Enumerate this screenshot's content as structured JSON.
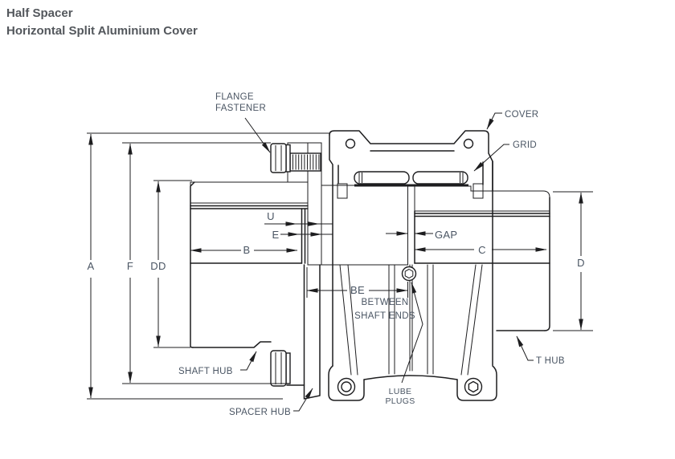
{
  "title": {
    "line1": "Half Spacer",
    "line2": "Horizontal Split Aluminium Cover"
  },
  "callouts": {
    "flange_fastener_line1": "FLANGE",
    "flange_fastener_line2": "FASTENER",
    "cover": "COVER",
    "grid": "GRID",
    "shaft_hub": "SHAFT HUB",
    "spacer_hub": "SPACER HUB",
    "t_hub": "T HUB",
    "lube_plugs_line1": "LUBE",
    "lube_plugs_line2": "PLUGS",
    "be_note_line1": "BETWEEN",
    "be_note_line2": "SHAFT ENDS"
  },
  "dimensions": {
    "a": "A",
    "f": "F",
    "dd": "DD",
    "b": "B",
    "c": "C",
    "d": "D",
    "u": "U",
    "e": "E",
    "gap": "GAP",
    "be": "BE"
  },
  "colors": {
    "hatch_red": "#e3242e",
    "line": "#1d1d1f",
    "label": "#4a5563",
    "title": "#53575c"
  }
}
